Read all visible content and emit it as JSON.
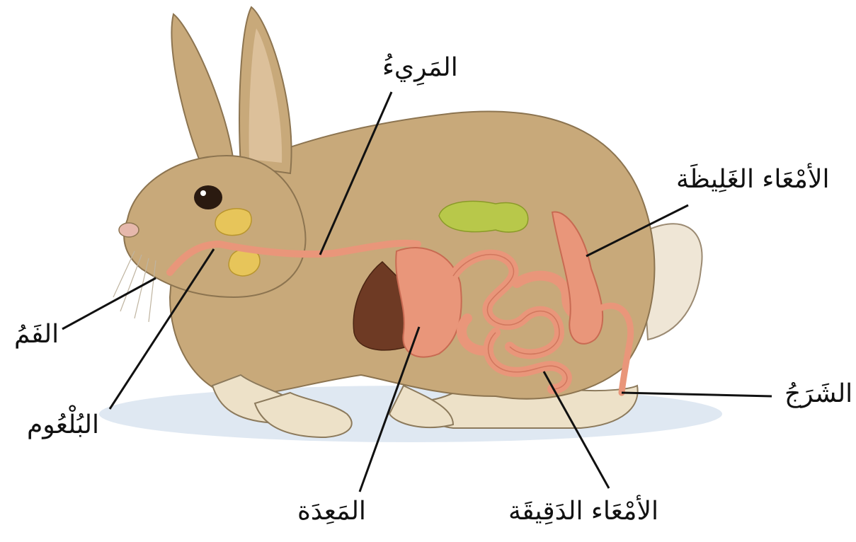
{
  "labels": {
    "mouth": "الفَمُ",
    "pharynx": "البُلْعُوم",
    "esophagus": "المَرِيءُ",
    "stomach": "المَعِدَة",
    "small_intestine": "الأمْعَاء الدَقِيقَة",
    "large_intestine": "الأمْعَاء الغَلِيظَة",
    "anus": "الشَرَجُ"
  },
  "colors": {
    "fur": "#c8a97a",
    "fur_shadow": "#a88a5c",
    "ear_inner": "#dcc09a",
    "organ": "#e9967a",
    "organ_dark": "#c86a52",
    "liver": "#6e3a24",
    "gland": "#e7c55a",
    "gall": "#b8c84a",
    "line": "#111111",
    "ground_shadow": "#d7e2ef"
  }
}
